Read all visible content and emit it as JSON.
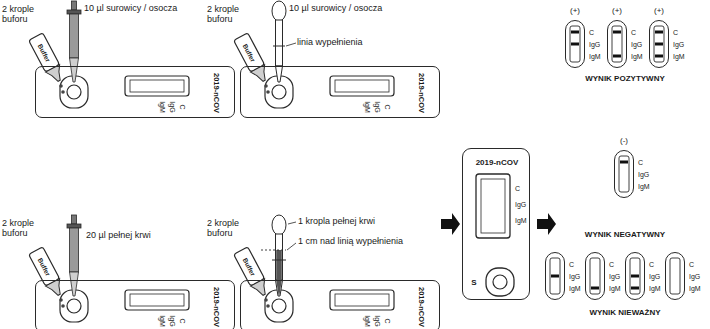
{
  "diagram": {
    "nodes": [
      {
        "text": [
          "2019-nCOV",
          "C",
          "IgG",
          "IgM"
        ]
      },
      {
        "text": [
          "2019-nCOV",
          "C",
          "IgG",
          "IgM"
        ]
      },
      {
        "text": [
          "2019-nCOV",
          "C",
          "IgG",
          "IgM"
        ]
      },
      {
        "text": [
          "2019-nCOV",
          "C",
          "IgG",
          "IgM"
        ]
      },
      {
        "text": [
          "2019-nCOV",
          "C",
          "IgG",
          "IgM",
          "S"
        ]
      },
      {
        "text": [
          "C",
          "IgG",
          "IgM"
        ]
      },
      {
        "text": [
          "C",
          "IgG",
          "IgM"
        ]
      },
      {
        "text": [
          "C",
          "IgG",
          "IgM"
        ]
      },
      {
        "text": [
          "C",
          "IgG",
          "IgM"
        ]
      },
      {
        "text": [
          "C",
          "IgG",
          "IgM"
        ]
      },
      {
        "text": [
          "C",
          "IgG",
          "IgM"
        ]
      },
      {
        "text": [
          "C",
          "IgG",
          "IgM"
        ]
      },
      {
        "text": [
          "C",
          "IgG",
          "IgM"
        ]
      }
    ],
    "labels": [
      "2 krople buforu",
      "Buffer",
      "10 µl surowicy / osocza",
      "2 krople buforu",
      "Buffer",
      "10 µl surowicy / osocza",
      "linia wypełnienia",
      "(+)",
      "(+)",
      "(+)",
      "WYNIK POZYTYWNY",
      "(-)",
      "WYNIK NEGATYWNY",
      "2 krople buforu",
      "Buffer",
      "20 µl pełnej krwi",
      "2 krople buforu",
      "Buffer",
      "1 kropla pełnej krwi",
      "1 cm nad linią wypełnienia",
      "WYNIK NIEWAŻNY"
    ]
  }
}
